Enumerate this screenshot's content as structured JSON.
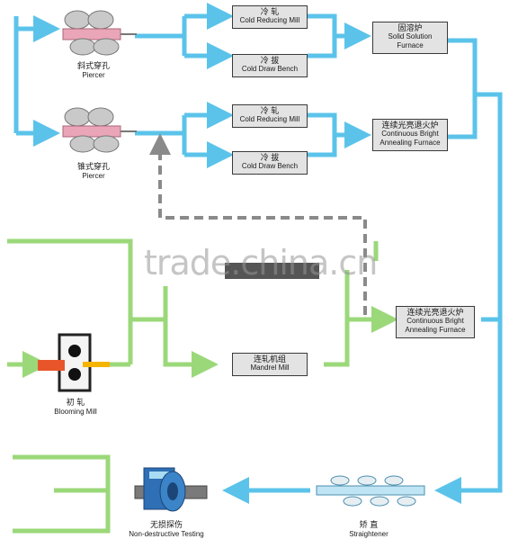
{
  "piercer1": {
    "zh": "斜式穿孔",
    "en": "Piercer"
  },
  "piercer2": {
    "zh": "锥式穿孔",
    "en": "Piercer"
  },
  "cold_reducing_1": {
    "zh": "冷 轧",
    "en": "Cold Reducing Mill"
  },
  "cold_draw_1": {
    "zh": "冷 拔",
    "en": "Cold Draw Bench"
  },
  "cold_reducing_2": {
    "zh": "冷 轧",
    "en": "Cold Reducing Mill"
  },
  "cold_draw_2": {
    "zh": "冷 拔",
    "en": "Cold Draw Bench"
  },
  "solid_solution": {
    "zh": "固溶炉",
    "en1": "Solid Solution",
    "en2": "Furnace"
  },
  "annealing_1": {
    "zh": "连续光亮退火炉",
    "en1": "Continuous Bright",
    "en2": "Annealing Furnace"
  },
  "annealing_2": {
    "zh": "连续光亮退火炉",
    "en1": "Continuous Bright",
    "en2": "Annealing Furnace"
  },
  "mandrel_mill": {
    "zh": "连轧机组",
    "en": "Mandrel Mill"
  },
  "blooming_mill": {
    "zh": "初 轧",
    "en": "Blooming Mill"
  },
  "straightener": {
    "zh": "矫 直",
    "en": "Straightener"
  },
  "ndt": {
    "zh": "无损探伤",
    "en": "Non-destructive Testing"
  },
  "watermark": "trade.china.cn",
  "colors": {
    "blue_line": "#5bc3ea",
    "green_line": "#9bd87a",
    "dash": "#8a8a8a",
    "box_bg": "#e3e3e3"
  }
}
